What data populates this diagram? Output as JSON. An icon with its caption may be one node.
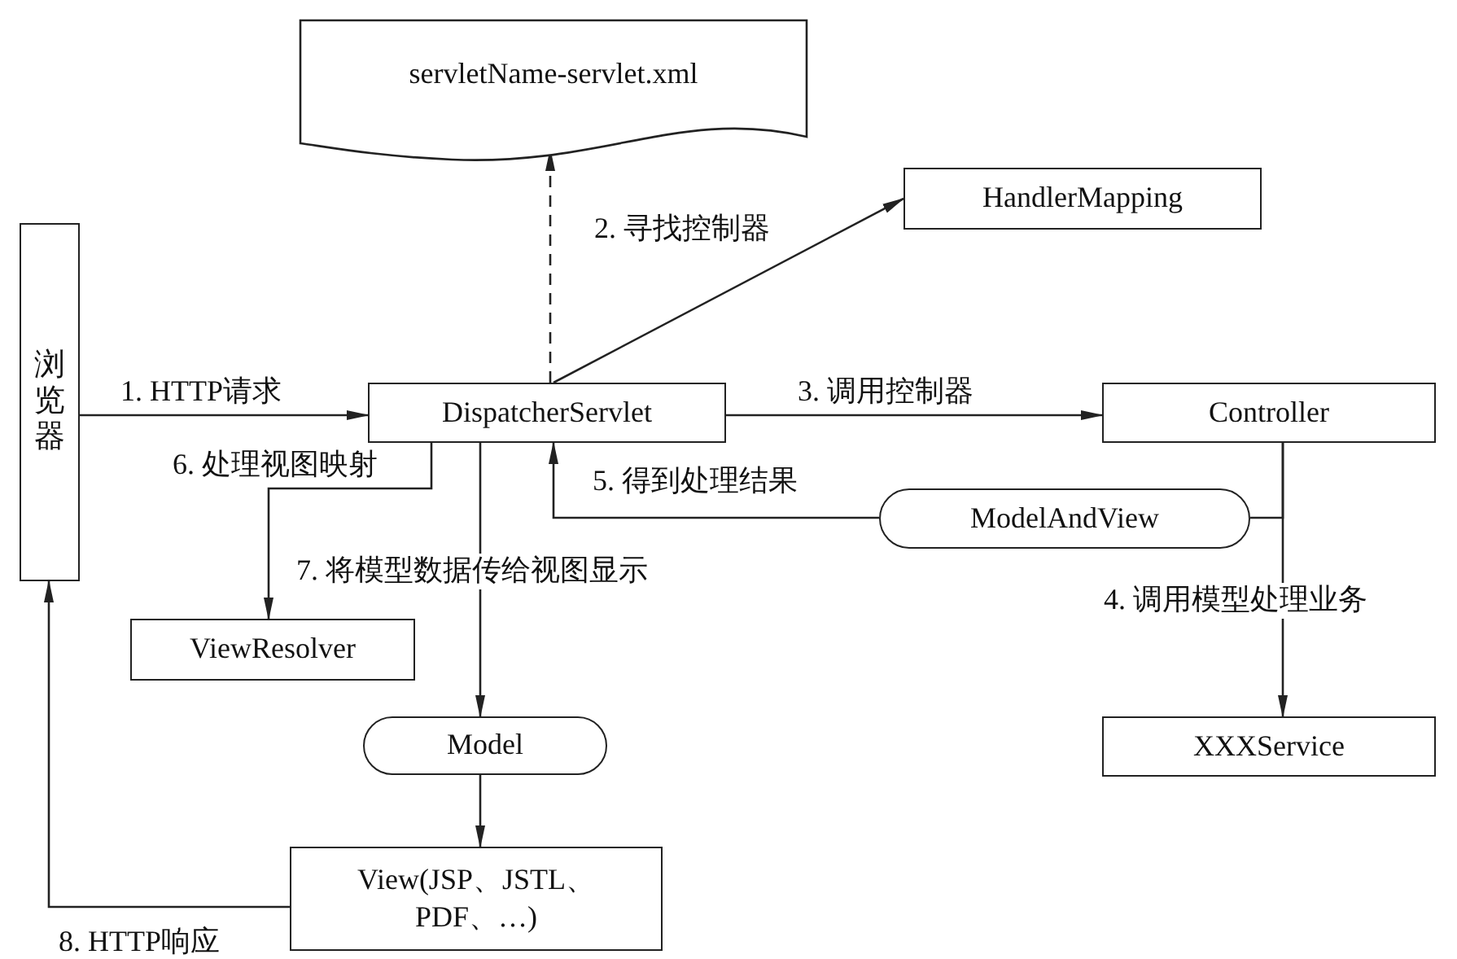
{
  "diagram": {
    "nodes": [
      {
        "text": [
          "浏览器"
        ]
      },
      {
        "text": [
          "servletName-servlet.xml"
        ]
      },
      {
        "text": [
          "DispatcherServlet"
        ]
      },
      {
        "text": [
          "HandlerMapping"
        ]
      },
      {
        "text": [
          "Controller"
        ]
      },
      {
        "text": [
          "ModelAndView"
        ]
      },
      {
        "text": [
          "ViewResolver"
        ]
      },
      {
        "text": [
          "Model"
        ]
      },
      {
        "text": [
          "XXXService"
        ]
      },
      {
        "text": [
          "View(JSP、JSTL、PDF、…)"
        ]
      }
    ],
    "edges": [
      {
        "from": 0,
        "to": 2,
        "arrow": "to",
        "label": "1. HTTP请求"
      },
      {
        "from": 2,
        "to": 1,
        "arrow": "to",
        "style": "dashed"
      },
      {
        "from": 2,
        "to": 3,
        "arrow": "to",
        "label": "2. 寻找控制器"
      },
      {
        "from": 2,
        "to": 4,
        "arrow": "to",
        "label": "3. 调用控制器"
      },
      {
        "from": 4,
        "to": 8,
        "arrow": "to",
        "label": "4. 调用模型处理业务"
      },
      {
        "from": 4,
        "to": 5,
        "arrow": "none"
      },
      {
        "from": 5,
        "to": 2,
        "arrow": "to",
        "label": "5. 得到处理结果"
      },
      {
        "from": 2,
        "to": 6,
        "arrow": "to",
        "label": "6. 处理视图映射"
      },
      {
        "from": 2,
        "to": 7,
        "arrow": "to",
        "label": "7. 将模型数据传给视图显示"
      },
      {
        "from": 7,
        "to": 9,
        "arrow": "to"
      },
      {
        "from": 9,
        "to": 0,
        "arrow": "to",
        "label": "8. HTTP响应"
      }
    ]
  }
}
